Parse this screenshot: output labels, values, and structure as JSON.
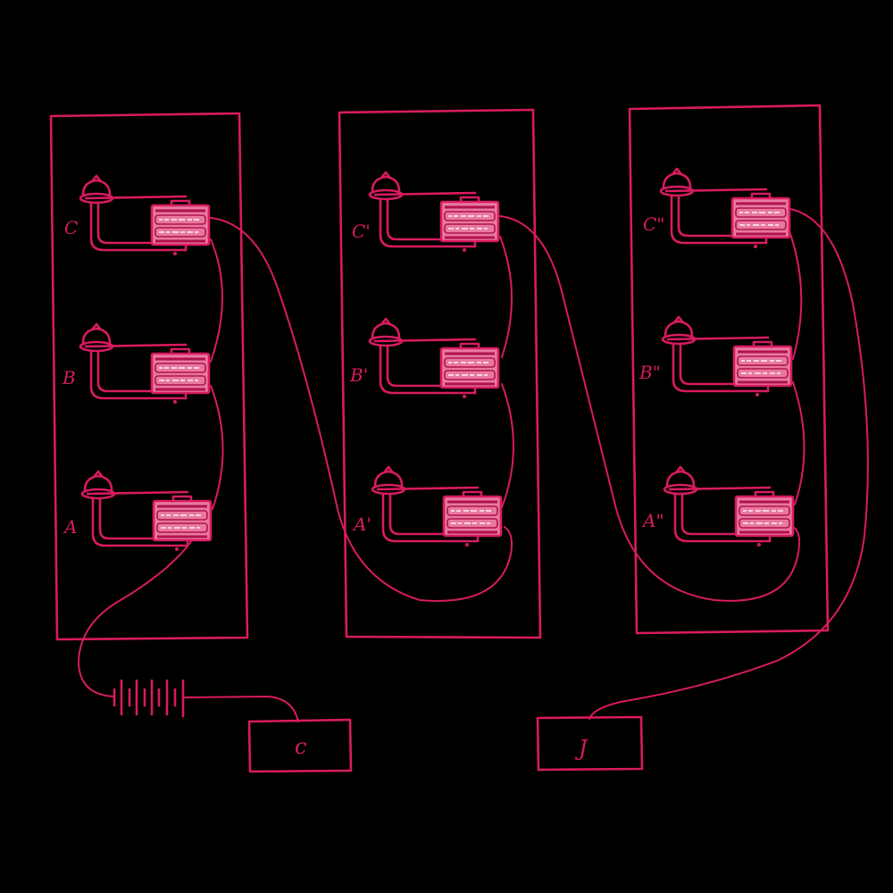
{
  "diagram": {
    "title": "",
    "colors": {
      "ink": "#d81b60",
      "ink_light": "#ef6f9f",
      "component_fill": "#e8789f",
      "background": "#000000"
    },
    "panels": [
      {
        "id": "panel-1",
        "units": [
          {
            "label": "C",
            "position": "top"
          },
          {
            "label": "B",
            "position": "middle"
          },
          {
            "label": "A",
            "position": "bottom"
          }
        ]
      },
      {
        "id": "panel-2",
        "units": [
          {
            "label": "C'",
            "position": "top"
          },
          {
            "label": "B'",
            "position": "middle"
          },
          {
            "label": "A'",
            "position": "bottom"
          }
        ]
      },
      {
        "id": "panel-3",
        "units": [
          {
            "label": "C\"",
            "position": "top"
          },
          {
            "label": "B\"",
            "position": "middle"
          },
          {
            "label": "A\"",
            "position": "bottom"
          }
        ]
      }
    ],
    "battery": {
      "cells": 5,
      "label": ""
    },
    "terminals": [
      {
        "id": "terminal-c",
        "label": "c"
      },
      {
        "id": "terminal-j",
        "label": "J"
      }
    ]
  }
}
